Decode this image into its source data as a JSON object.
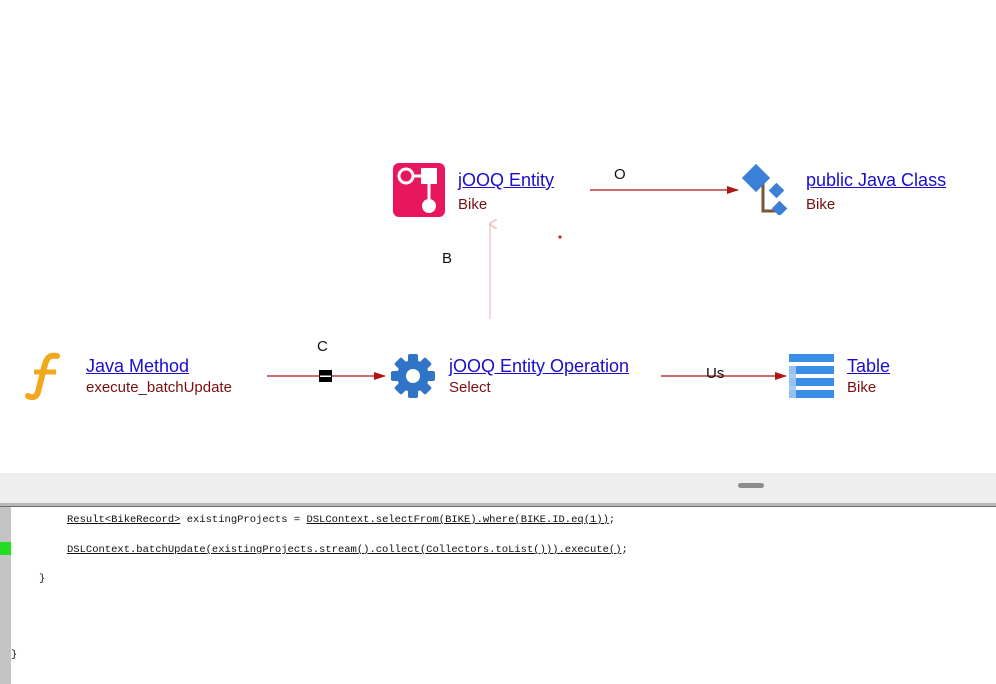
{
  "nodes": {
    "jooq_entity": {
      "title": "jOOQ Entity",
      "subtitle": "Bike",
      "icon": "jooq-entity-icon",
      "color": "#e8175d"
    },
    "java_class": {
      "title": " public Java Class",
      "subtitle": "Bike",
      "icon": "java-class-icon",
      "color": "#3b7fd6"
    },
    "java_method": {
      "title": "Java Method",
      "subtitle": "execute_batchUpdate",
      "icon": "java-method-icon",
      "color": "#f0a81c"
    },
    "entity_operation": {
      "title": "jOOQ Entity Operation",
      "subtitle": "Select",
      "icon": "gear-icon",
      "color": "#2f74c6"
    },
    "table": {
      "title": "Table",
      "subtitle": "Bike",
      "icon": "table-icon",
      "color": "#3b8ee8"
    }
  },
  "edges": {
    "entity_to_class": "O",
    "operation_to_entity": "B",
    "method_to_operation": "C",
    "operation_to_table": "Us"
  },
  "colors": {
    "edge": "#b01515",
    "edge_faint": "#f3b8b8",
    "link": "#1a0dcc",
    "subtitle": "#7a1010"
  },
  "code": {
    "line1_prefix": "Result<BikeRecord>",
    "line1_middle": " existingProjects = ",
    "line1_expr": "DSLContext.selectFrom(BIKE).where(BIKE.ID.eq(1))",
    "line1_end": ";",
    "line2_expr": "DSLContext.batchUpdate(existingProjects.stream().collect(Collectors.toList())).execute()",
    "line2_end": ";",
    "line3": "}",
    "line4": "}"
  }
}
